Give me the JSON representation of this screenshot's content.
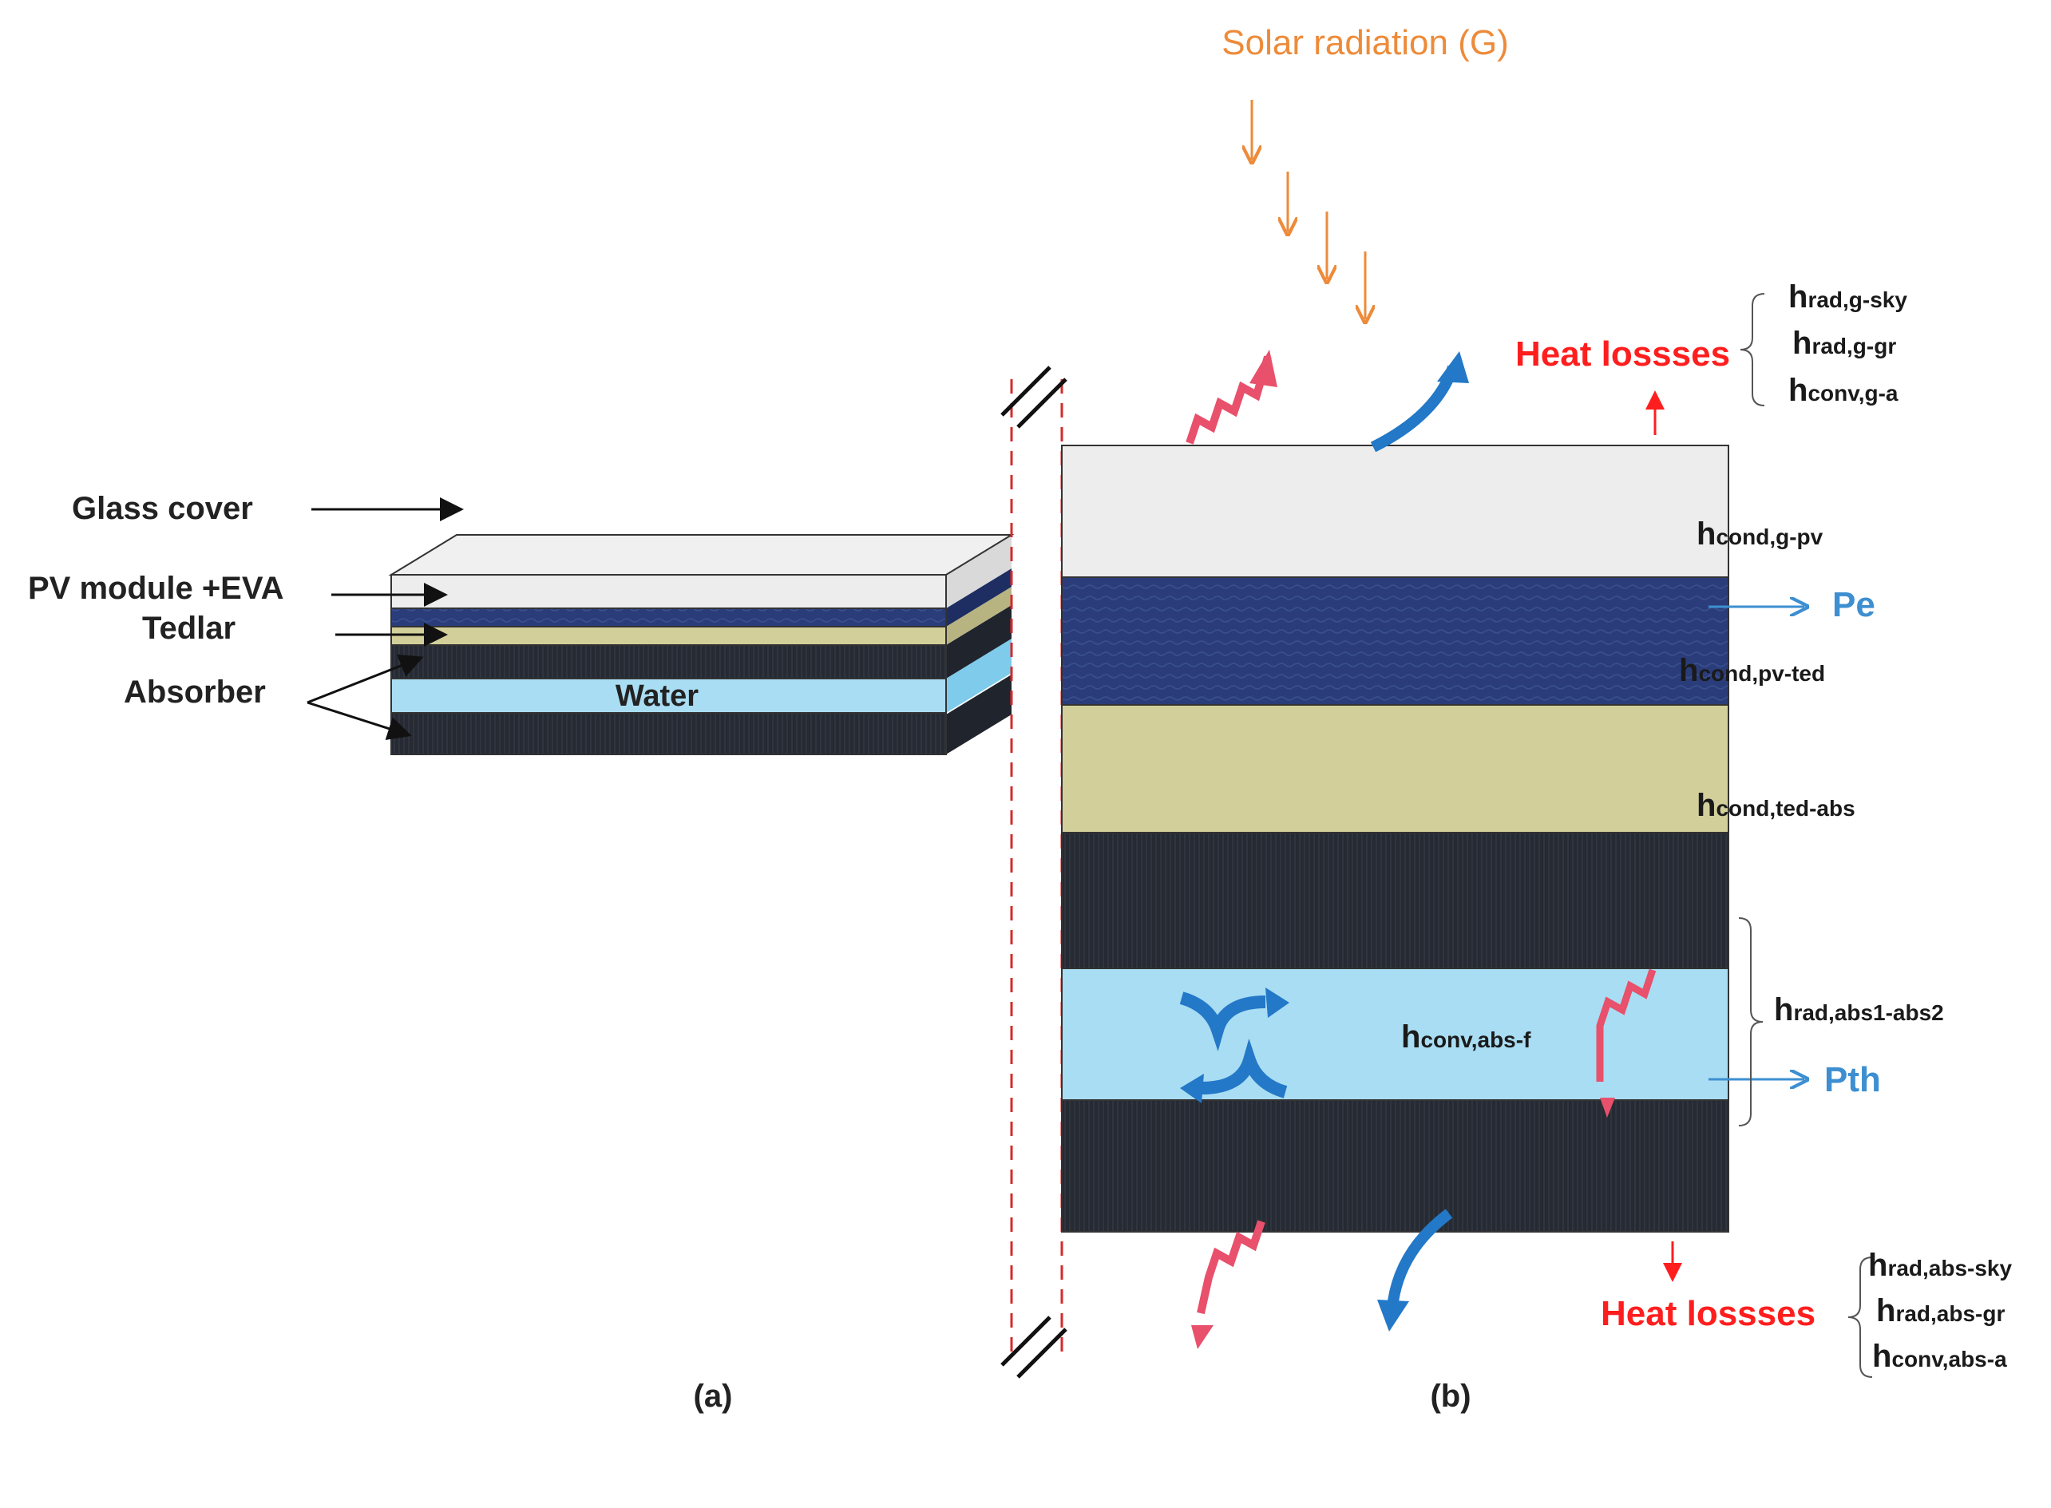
{
  "colors": {
    "glass": "#EDEDED",
    "pv": "#2A3D7A",
    "tedlar": "#D3CF9B",
    "absorber": "#262A33",
    "water": "#A9DDF3",
    "solar_arrow": "#ED8B3A",
    "heat_text": "#FF1E1E",
    "power_text": "#3D8FD1",
    "radiation_arrow": "#E8506B",
    "convection_arrow": "#2378C7",
    "dashed_line": "#D42B2B"
  },
  "panel_a": {
    "caption": "(a)",
    "labels": {
      "glass": "Glass cover",
      "pv": "PV module +EVA",
      "tedlar": "Tedlar",
      "absorber": "Absorber",
      "water": "Water"
    }
  },
  "panel_b": {
    "caption": "(b)",
    "solar": "Solar radiation (G)",
    "heat_top": "Heat lossses",
    "heat_bottom": "Heat lossses",
    "pe": "Pe",
    "pth": "Pth",
    "coefficients": {
      "rad_g_sky": {
        "h": "h",
        "sub": "rad,g-sky"
      },
      "rad_g_gr": {
        "h": "h",
        "sub": "rad,g-gr"
      },
      "conv_g_a": {
        "h": "h",
        "sub": "conv,g-a"
      },
      "cond_g_pv": {
        "h": "h",
        "sub": "cond,g-pv"
      },
      "cond_pv_ted": {
        "h": "h",
        "sub": "cond,pv-ted"
      },
      "cond_ted_abs": {
        "h": "h",
        "sub": "cond,ted-abs"
      },
      "conv_abs_f": {
        "h": "h",
        "sub": "conv,abs-f"
      },
      "rad_abs1_abs2": {
        "h": "h",
        "sub": "rad,abs1-abs2"
      },
      "rad_abs_sky": {
        "h": "h",
        "sub": "rad,abs-sky"
      },
      "rad_abs_gr": {
        "h": "h",
        "sub": "rad,abs-gr"
      },
      "conv_abs_a": {
        "h": "h",
        "sub": "conv,abs-a"
      }
    }
  }
}
